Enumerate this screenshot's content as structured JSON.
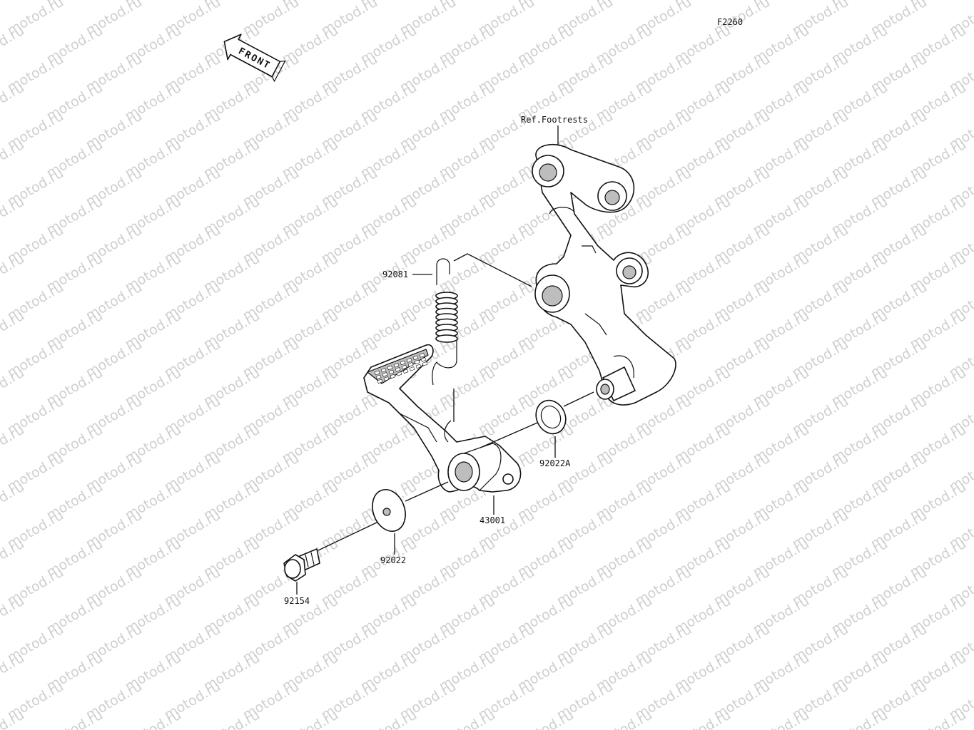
{
  "figure_code": "F2260",
  "front_label": "FRONT",
  "ref_label": "Ref.Footrests",
  "watermark_text": "motod.ru",
  "parts": [
    {
      "number": "92081"
    },
    {
      "number": "92022A"
    },
    {
      "number": "43001"
    },
    {
      "number": "92022"
    },
    {
      "number": "92154"
    }
  ],
  "colors": {
    "line": "#111111",
    "watermark": "#cfcfcf",
    "background": "#ffffff"
  }
}
